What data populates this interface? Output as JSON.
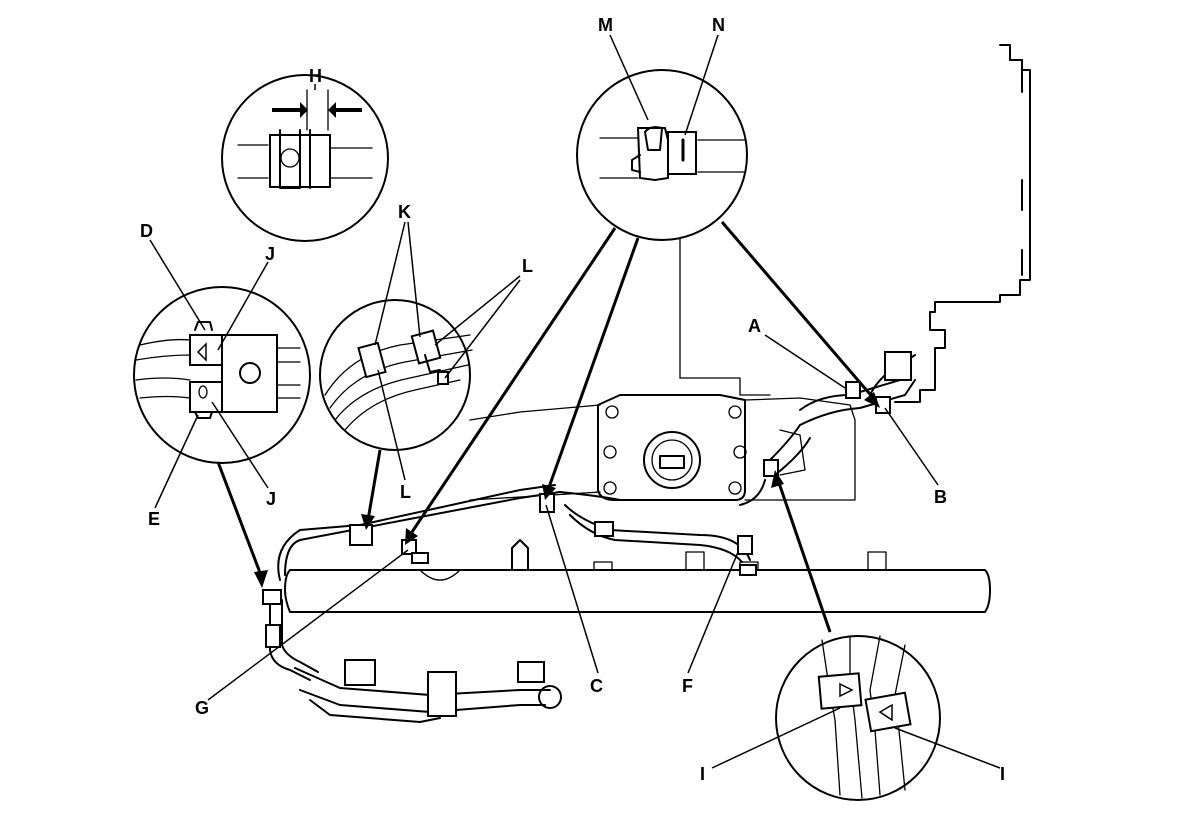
{
  "diagram": {
    "labels": {
      "A": "A",
      "B": "B",
      "C": "C",
      "D": "D",
      "E": "E",
      "F": "F",
      "G": "G",
      "H": "H",
      "I": "I",
      "J": "J",
      "K": "K",
      "L": "L",
      "M": "M",
      "N": "N"
    },
    "callouts": [
      {
        "id": "hose-clip-A",
        "label": "A"
      },
      {
        "id": "hose-clip-B",
        "label": "B"
      },
      {
        "id": "hose-clip-C",
        "label": "C"
      },
      {
        "id": "clip-D",
        "label": "D"
      },
      {
        "id": "clip-E",
        "label": "E"
      },
      {
        "id": "hose-F",
        "label": "F"
      },
      {
        "id": "hose-clip-G",
        "label": "G"
      },
      {
        "id": "gap-H",
        "label": "H"
      },
      {
        "id": "mark-I",
        "label": "I"
      },
      {
        "id": "mark-J",
        "label": "J"
      },
      {
        "id": "clip-K",
        "label": "K"
      },
      {
        "id": "mark-L",
        "label": "L"
      },
      {
        "id": "clip-M",
        "label": "M"
      },
      {
        "id": "mark-N",
        "label": "N"
      }
    ]
  }
}
